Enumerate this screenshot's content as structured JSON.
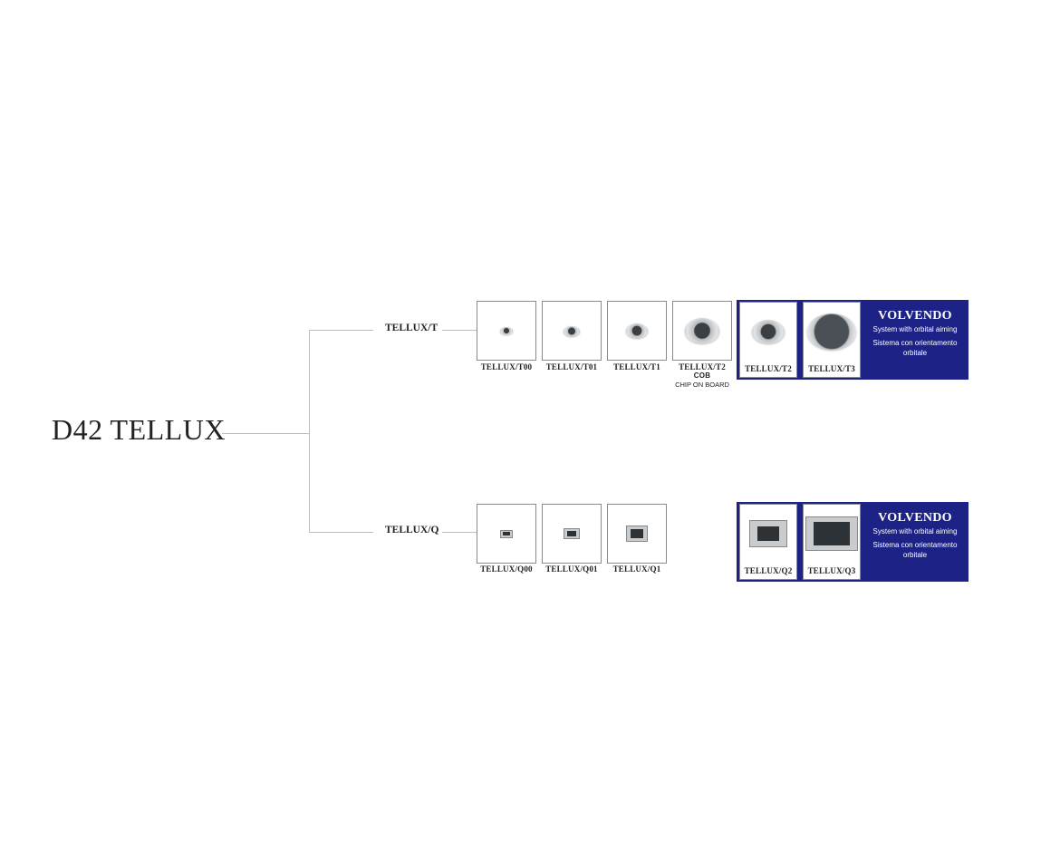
{
  "title": "D42 TELLUX",
  "branches": [
    {
      "label": "TELLUX/T",
      "items": [
        {
          "label": "TELLUX/T00"
        },
        {
          "label": "TELLUX/T01"
        },
        {
          "label": "TELLUX/T1"
        },
        {
          "label": "TELLUX/T2",
          "badge": "COB",
          "note": "CHIP ON BOARD"
        }
      ],
      "volvendo": {
        "items": [
          {
            "label": "TELLUX/T2"
          },
          {
            "label": "TELLUX/T3"
          }
        ],
        "heading": "VOLVENDO",
        "en": "System with orbital aiming",
        "it": "Sistema con orientamento orbitale"
      }
    },
    {
      "label": "TELLUX/Q",
      "items": [
        {
          "label": "TELLUX/Q00"
        },
        {
          "label": "TELLUX/Q01"
        },
        {
          "label": "TELLUX/Q1"
        }
      ],
      "volvendo": {
        "items": [
          {
            "label": "TELLUX/Q2"
          },
          {
            "label": "TELLUX/Q3"
          }
        ],
        "heading": "VOLVENDO",
        "en": "System with orbital aiming",
        "it": "Sistema con orientamento orbitale"
      }
    }
  ],
  "colors": {
    "accent": "#1d2386"
  }
}
